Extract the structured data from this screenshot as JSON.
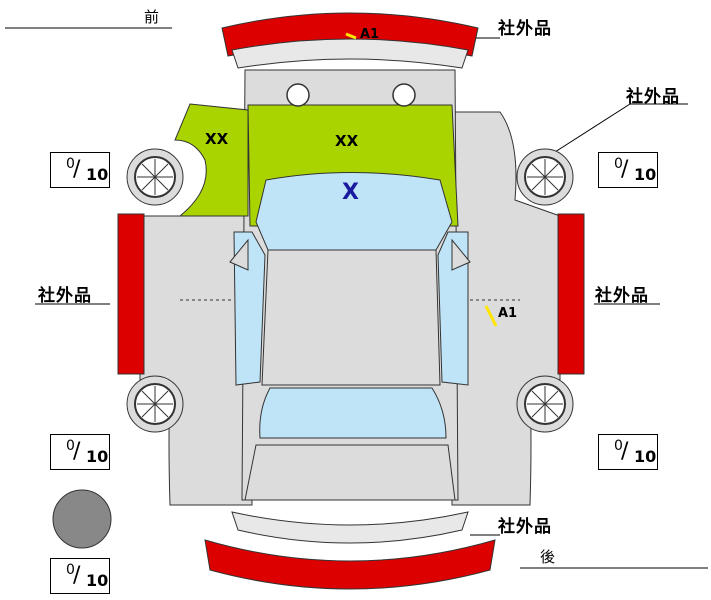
{
  "direction": {
    "front": "前",
    "rear": "後"
  },
  "aftermarket_label": "社外品",
  "tire_slots": [
    {
      "id": "front-left",
      "tread": "0",
      "sep": "/",
      "total": "10"
    },
    {
      "id": "front-right",
      "tread": "0",
      "sep": "/",
      "total": "10"
    },
    {
      "id": "rear-left",
      "tread": "0",
      "sep": "/",
      "total": "10"
    },
    {
      "id": "rear-right",
      "tread": "0",
      "sep": "/",
      "total": "10"
    },
    {
      "id": "spare",
      "tread": "0",
      "sep": "/",
      "total": "10"
    }
  ],
  "damage_codes": {
    "front_bumper": "A1",
    "right_rear_door": "A1",
    "hood": "XX",
    "left_front_fender": "XX",
    "windshield": "X"
  },
  "colors": {
    "bumper_red": "#dd0000",
    "damage_green": "#aad400",
    "glass_blue": "#bfe4f7",
    "body_gray": "#dcdcdc",
    "outline": "#333333",
    "mark_blue": "#1a1aa0",
    "scratch_yellow": "#ffe600",
    "spare_gray": "#888888"
  }
}
